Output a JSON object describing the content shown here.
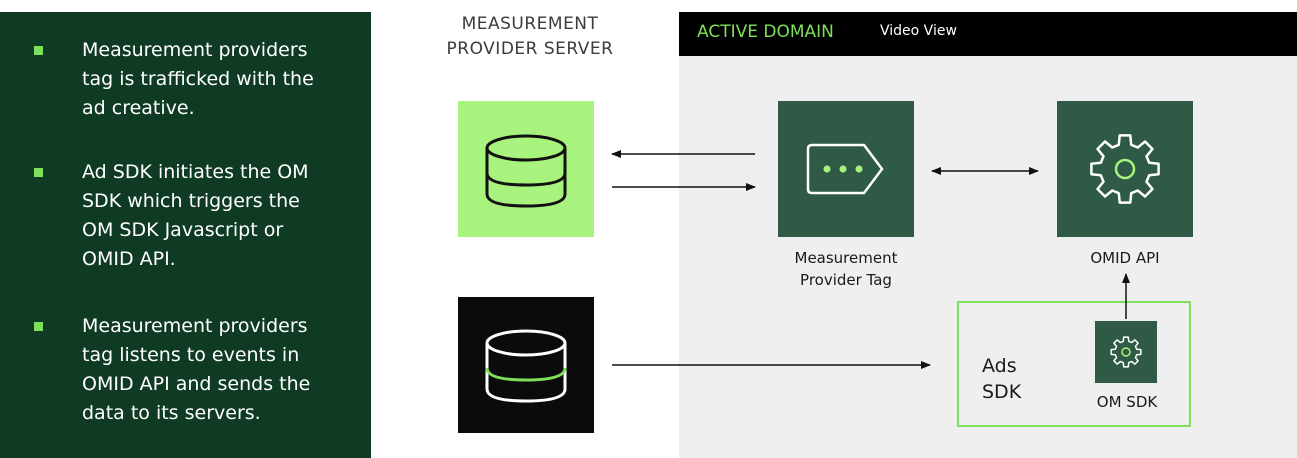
{
  "left_panel": {
    "bullets": [
      {
        "lines": [
          "Measurement providers",
          "tag is trafficked with the",
          "ad creative."
        ]
      },
      {
        "lines": [
          "Ad SDK initiates the OM",
          "SDK which triggers the",
          "OM SDK Javascript or",
          "OMID API."
        ]
      },
      {
        "lines": [
          "Measurement providers",
          "tag listens to events in",
          "OMID API and sends the",
          "data to its servers."
        ]
      }
    ]
  },
  "server_column": {
    "title_lines": [
      "MEASUREMENT",
      "PROVIDER SERVER"
    ]
  },
  "domain": {
    "title": "ACTIVE DOMAIN",
    "subtitle": "Video View"
  },
  "nodes": {
    "tag_caption_lines": [
      "Measurement",
      "Provider Tag"
    ],
    "omid_caption": "OMID API",
    "ads_sdk_lines": [
      "Ads",
      "SDK"
    ],
    "om_sdk_caption": "OM SDK"
  },
  "colors": {
    "panel_dark_green": "#0f3a23",
    "accent_green": "#7ee05a",
    "light_green": "#a8f37d",
    "node_green": "#2e5a46",
    "domain_bg": "#efefef"
  }
}
